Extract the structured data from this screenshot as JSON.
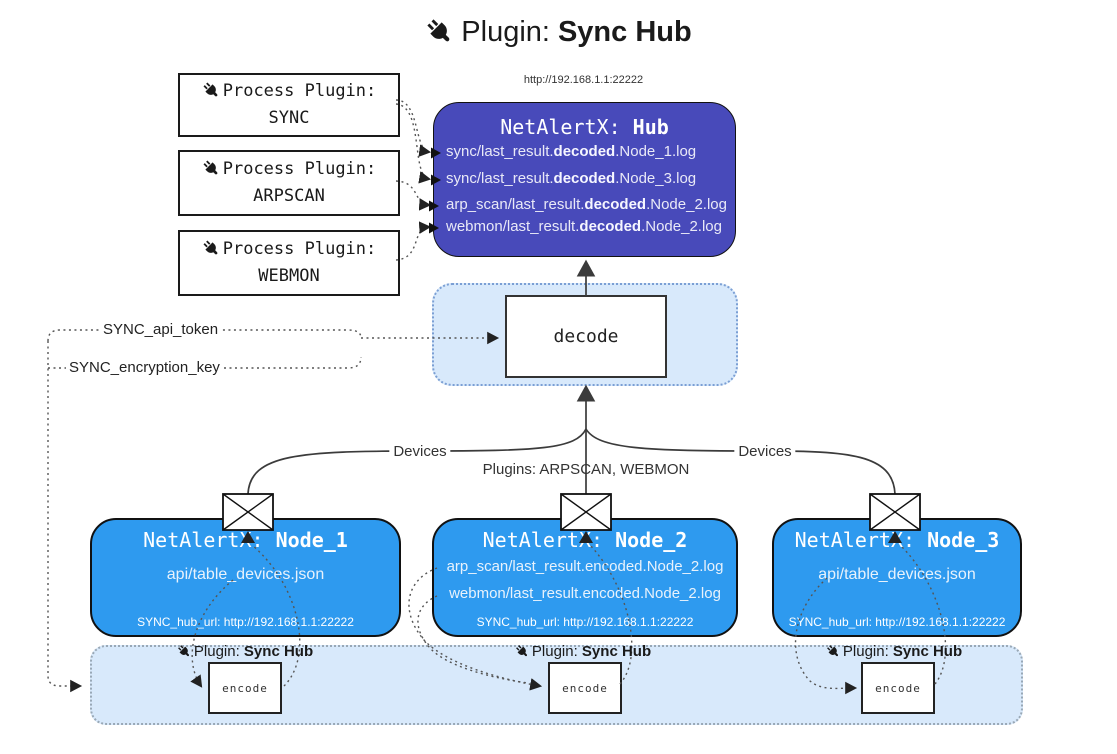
{
  "title": {
    "prefix": "Plugin:",
    "name": "Sync Hub"
  },
  "process_plugins": [
    {
      "label": "Process Plugin:",
      "name": "SYNC"
    },
    {
      "label": "Process Plugin:",
      "name": "ARPSCAN"
    },
    {
      "label": "Process Plugin:",
      "name": "WEBMON"
    }
  ],
  "hub": {
    "url": "http://192.168.1.1:22222",
    "title_prefix": "NetAlertX: ",
    "title_name": "Hub",
    "entries": [
      {
        "pre": "sync/last_result.",
        "bold": "decoded",
        "post": ".Node_1.log"
      },
      {
        "pre": "sync/last_result.",
        "bold": "decoded",
        "post": ".Node_3.log"
      },
      {
        "pre": "arp_scan/last_result.",
        "bold": "decoded",
        "post": ".Node_2.log"
      },
      {
        "pre": "webmon/last_result.",
        "bold": "decoded",
        "post": ".Node_2.log"
      }
    ]
  },
  "decode": {
    "label": "decode"
  },
  "keys": {
    "api_token": "SYNC_api_token",
    "encryption_key": "SYNC_encryption_key"
  },
  "edges": {
    "left_label": "Devices",
    "center_label": "Plugins: ARPSCAN, WEBMON",
    "right_label": "Devices"
  },
  "nodes": [
    {
      "title_prefix": "NetAlertX: ",
      "title_name": "Node_1",
      "lines": [
        "api/table_devices.json"
      ],
      "footer": "SYNC_hub_url: http://192.168.1.1:22222"
    },
    {
      "title_prefix": "NetAlertX: ",
      "title_name": "Node_2",
      "lines": [
        "arp_scan/last_result.encoded.Node_2.log",
        "webmon/last_result.encoded.Node_2.log"
      ],
      "footer": "SYNC_hub_url: http://192.168.1.1:22222"
    },
    {
      "title_prefix": "NetAlertX: ",
      "title_name": "Node_3",
      "lines": [
        "api/table_devices.json"
      ],
      "footer": "SYNC_hub_url: http://192.168.1.1:22222"
    }
  ],
  "band": {
    "groups": [
      {
        "label_prefix": "Plugin:",
        "label_name": "Sync Hub",
        "box_label": "encode"
      },
      {
        "label_prefix": "Plugin:",
        "label_name": "Sync Hub",
        "box_label": "encode"
      },
      {
        "label_prefix": "Plugin:",
        "label_name": "Sync Hub",
        "box_label": "encode"
      }
    ]
  },
  "colors": {
    "hub_fill": "#484ABA",
    "node_fill": "#2E9AEF",
    "container_fill": "#D8E9FB",
    "node_text": "#FFFFFF",
    "line": "#3B3B3B"
  }
}
